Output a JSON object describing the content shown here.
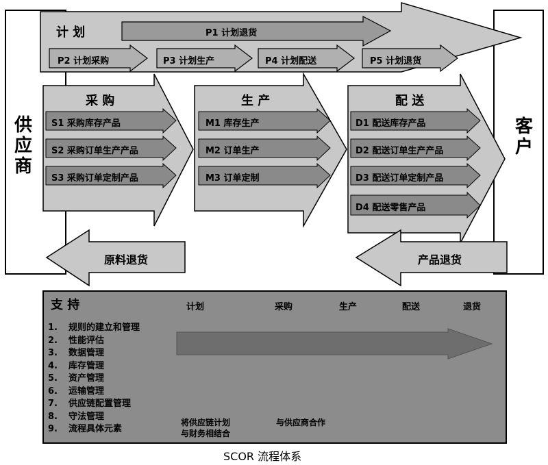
{
  "supplier": "供应商",
  "customer": "客户",
  "plan": {
    "title": "计 划",
    "p1": "P1 计划退货",
    "p2": "P2 计划采购",
    "p3": "P3 计划生产",
    "p4": "P4 计划配送",
    "p5": "P5 计划退货"
  },
  "source": {
    "title": "采 购",
    "items": [
      "S1  采购库存产品",
      "S2 采购订单生产产品",
      "S3  采购订单定制产品"
    ]
  },
  "make": {
    "title": "生 产",
    "items": [
      "M1  库存生产",
      "M2 订单生产",
      "M3  订单定制"
    ]
  },
  "deliver": {
    "title": "配 送",
    "items": [
      "D1  配送库存产品",
      "D2  配送订单生产产品",
      "D3  配送订单定制产品",
      "D4  配送零售产品"
    ]
  },
  "returns": {
    "raw": "原料退货",
    "product": "产品退货"
  },
  "support": {
    "title": "支 持",
    "headers": [
      "计划",
      "采购",
      "生产",
      "配送",
      "退货"
    ],
    "items": [
      {
        "num": "1.",
        "text": "规则的建立和管理"
      },
      {
        "num": "2.",
        "text": "性能评估"
      },
      {
        "num": "3.",
        "text": "数据管理"
      },
      {
        "num": "4.",
        "text": "库存管理"
      },
      {
        "num": "5.",
        "text": "资产管理"
      },
      {
        "num": "6.",
        "text": "运输管理"
      },
      {
        "num": "7.",
        "text": "供应链配置管理"
      },
      {
        "num": "8.",
        "text": "守法管理"
      },
      {
        "num": "9.",
        "text": "流程具体元素"
      }
    ],
    "note1_line1": "将供应链计划",
    "note1_line2": "与财务相结合",
    "note2": "与供应商合作"
  },
  "caption": "SCOR 流程体系",
  "colors": {
    "big_arrow": "#c8c8c8",
    "sub_arrow": "#8a8a8a",
    "support_box": "#8c8c8c",
    "support_arrow": "#6e6e6e"
  }
}
